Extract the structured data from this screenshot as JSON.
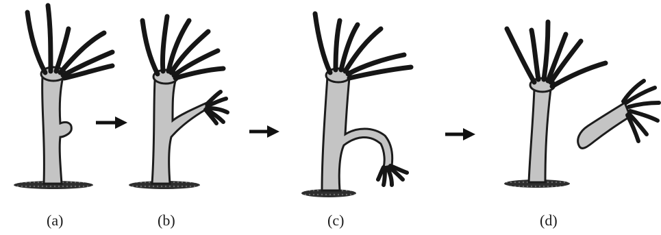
{
  "panels": [
    {
      "label": "(a)"
    },
    {
      "label": "(b)"
    },
    {
      "label": "(c)"
    },
    {
      "label": "(d)"
    }
  ],
  "colors": {
    "body_fill": "#c4c4c4",
    "outline": "#1c1c1c",
    "tentacle": "#161616",
    "ground": "#3a3a3a",
    "arrow": "#111111"
  }
}
